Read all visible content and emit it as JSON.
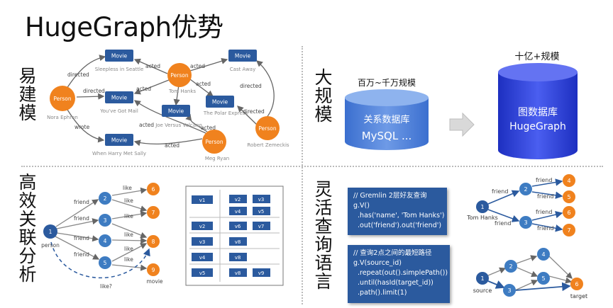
{
  "title": "HugeGraph优势",
  "sections": {
    "easy": "易建模",
    "scale": "大规模",
    "efficient": "高效关联分析",
    "query": "灵活查询语言"
  },
  "movie_graph": {
    "nodes": {
      "movie": "Movie",
      "person": "Person",
      "sleepless": "Sleepless in Seattle",
      "gotmail": "You've Got Mail",
      "harry": "When Harry Met Sally",
      "volcano": "Joe Versus Volcano",
      "castaway": "Cast Away",
      "polar": "The Polar Express",
      "nora": "Nora Ephron",
      "tom": "Tom Hanks",
      "meg": "Meg Ryan",
      "robert": "Robert Zemeckis"
    },
    "edges": {
      "directed": "directed",
      "acted": "acted",
      "wrote": "wrote"
    }
  },
  "scale": {
    "small_label": "百万~千万规模",
    "small_db1": "关系数据库",
    "small_db2": "MySQL ...",
    "big_label": "十亿+规模",
    "big_db1": "图数据库",
    "big_db2": "HugeGraph"
  },
  "friend_graph": {
    "friend": "friend",
    "like": "like",
    "person": "person",
    "movie": "movie",
    "like_q": "like?",
    "n1": "1",
    "n2": "2",
    "n3": "3",
    "n4": "4",
    "n5": "5",
    "n6": "6",
    "n7": "7",
    "n8": "8",
    "n9": "9"
  },
  "table": {
    "left": [
      "v1",
      "v2",
      "v3",
      "v4",
      "v5"
    ],
    "right": [
      [
        "v2",
        "v3"
      ],
      [
        "v4",
        "v5"
      ],
      [
        "v6",
        "v7"
      ],
      [
        "v8"
      ],
      [
        "v8"
      ],
      [
        "v8",
        "v9"
      ]
    ]
  },
  "code1": {
    "l1": "// Gremlin 2层好友查询",
    "l2": "g.V()",
    "l3": "  .has('name', 'Tom Hanks')",
    "l4": "  .out('friend').out('friend')"
  },
  "code2": {
    "l1": "// 查询2点之间的最短路径",
    "l2": "g.V(source_id)",
    "l3": "  .repeat(out().simplePath())",
    "l4": "  .until(hasId(target_id))",
    "l5": "  .path().limit(1)"
  },
  "q1": {
    "tom": "Tom Hanks",
    "friend": "friend",
    "n1": "1",
    "n2": "2",
    "n3": "3",
    "n4": "4",
    "n5": "5",
    "n6": "6",
    "n7": "7"
  },
  "q2": {
    "source": "source",
    "target": "target",
    "n1": "1",
    "n2": "2",
    "n3": "3",
    "n4": "4",
    "n5": "5",
    "n6": "6"
  },
  "colors": {
    "orange": "#f0821e",
    "blue": "#2b5a9e",
    "db_blue": "#4a7fd6",
    "big_db": "#2c3fd6"
  }
}
